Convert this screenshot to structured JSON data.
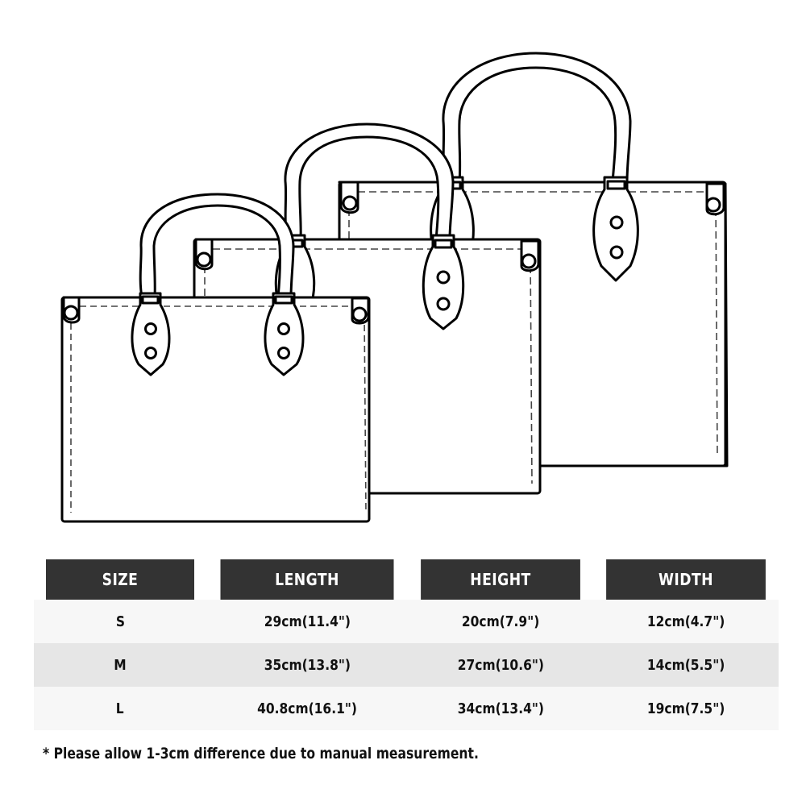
{
  "illustration": {
    "description": "Line drawings of three tote handbags in sizes S, M and L, overlapping front to back",
    "bags": [
      {
        "size": "L",
        "label": "large-bag"
      },
      {
        "size": "M",
        "label": "medium-bag"
      },
      {
        "size": "S",
        "label": "small-bag"
      }
    ]
  },
  "table": {
    "header_bg": "#333333",
    "row_bg_light": "#f7f7f7",
    "row_bg_dark": "#e6e6e6",
    "columns": [
      "SIZE",
      "LENGTH",
      "HEIGHT",
      "WIDTH"
    ],
    "rows": [
      {
        "size": "S",
        "length": "29cm(11.4\")",
        "height": "20cm(7.9\")",
        "width": "12cm(4.7\")"
      },
      {
        "size": "M",
        "length": "35cm(13.8\")",
        "height": "27cm(10.6\")",
        "width": "14cm(5.5\")"
      },
      {
        "size": "L",
        "length": "40.8cm(16.1\")",
        "height": "34cm(13.4\")",
        "width": "19cm(7.5\")"
      }
    ]
  },
  "footnote": "* Please allow 1-3cm difference due to manual measurement."
}
